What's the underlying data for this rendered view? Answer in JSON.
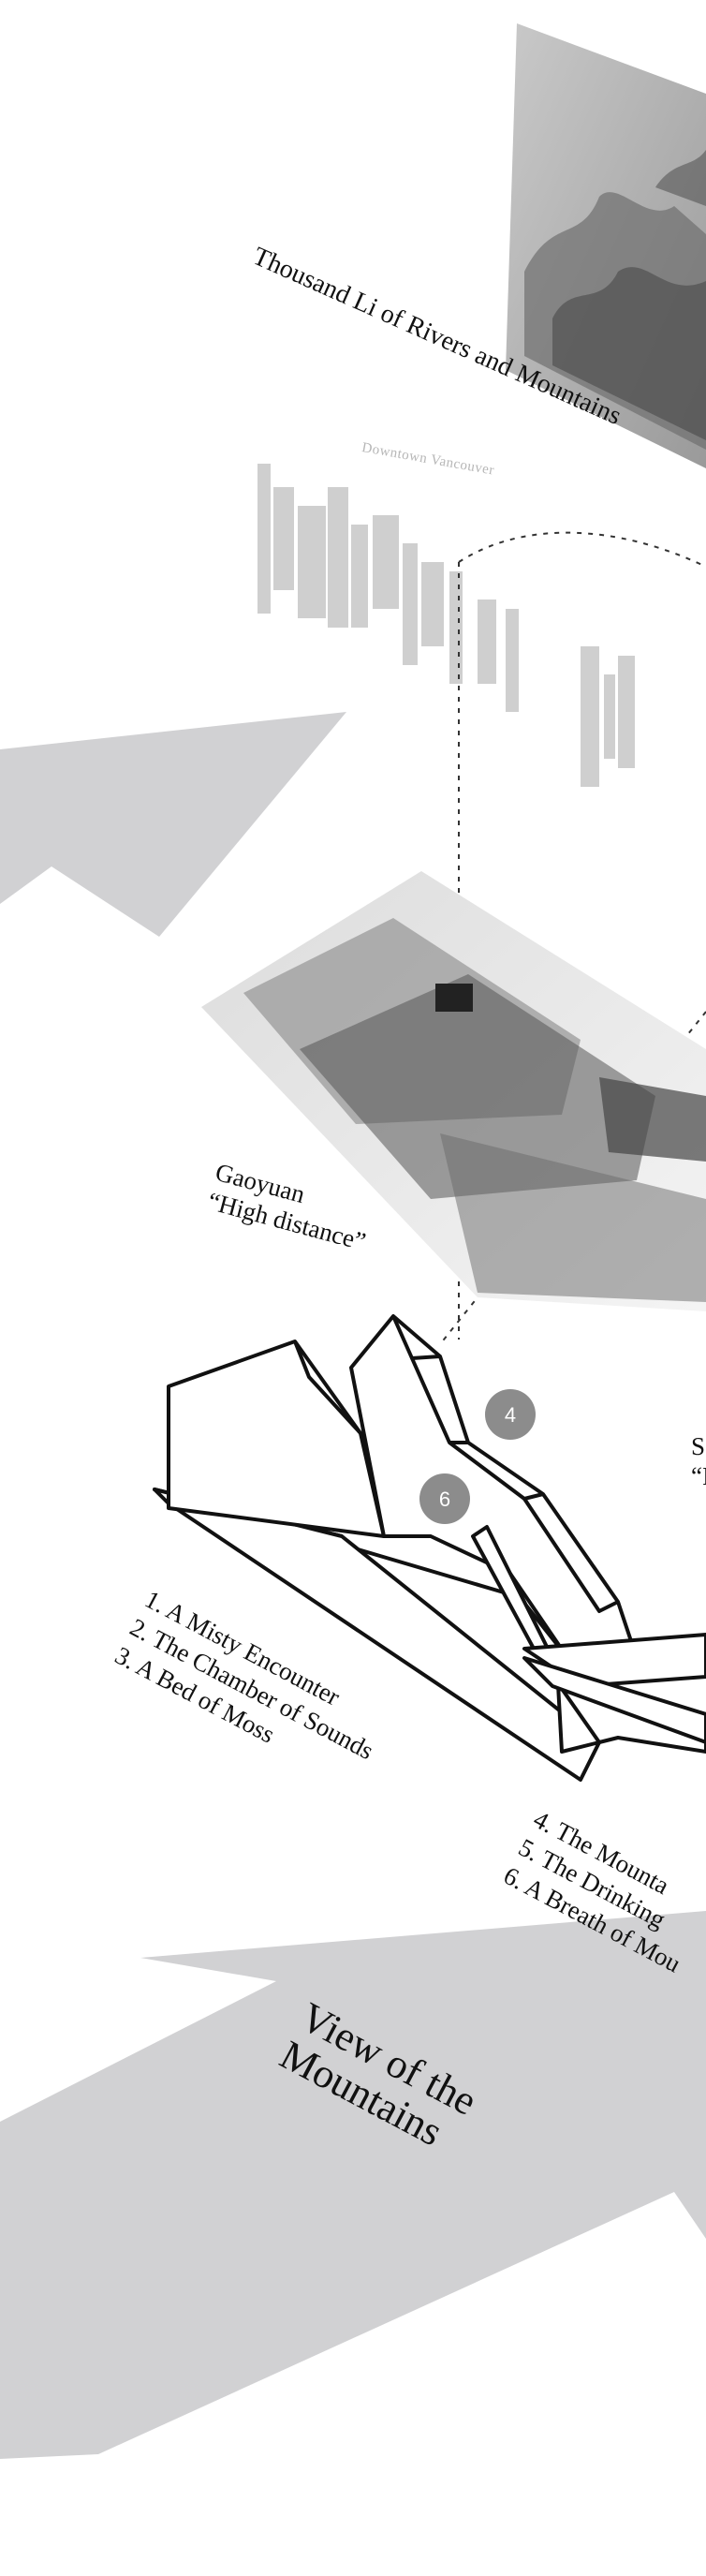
{
  "labels": {
    "painting_title": "Thousand Li of Rivers and Mountains",
    "downtown": "Downtown Vancouver",
    "gaoyuan": "Gaoyuan\n“High distance”",
    "right_edge": "S\n“I",
    "list_left": "1. A Misty Encounter\n2. The Chamber of Sounds\n3. A Bed of Moss",
    "list_right": "4. The Mounta\n5. The Drinking\n6. A Breath of Mou",
    "view": "View of the\nMountains"
  },
  "badges": {
    "b4": "4",
    "b6": "6"
  },
  "colors": {
    "arrow": "#d1d1d3",
    "line": "#111111",
    "badge": "#8c8c8c",
    "faint": "#b7b7b7"
  }
}
